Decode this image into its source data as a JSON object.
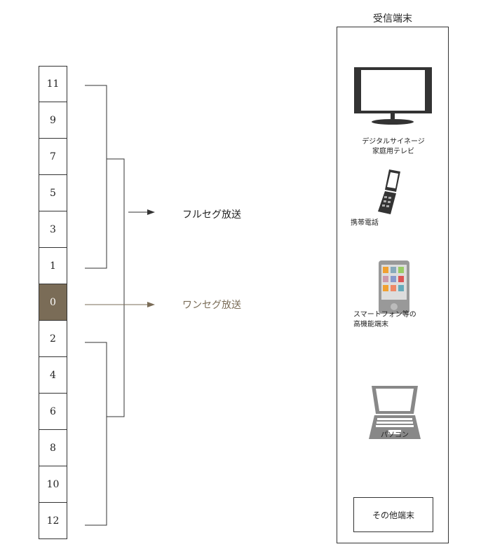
{
  "segments": [
    "11",
    "9",
    "7",
    "5",
    "3",
    "1",
    "0",
    "2",
    "4",
    "6",
    "8",
    "10",
    "12"
  ],
  "oneseg_segment": "0",
  "broadcast": {
    "full": "フルセグ放送",
    "one": "ワンセグ放送"
  },
  "receiver": {
    "title": "受信端末",
    "devices": [
      {
        "icon": "tv-icon",
        "line1": "デジタルサイネージ",
        "line2": "家庭用テレビ"
      },
      {
        "icon": "flip-phone-icon",
        "line1": "携帯電話"
      },
      {
        "icon": "smartphone-icon",
        "line1": "スマートフォン等の",
        "line2": "高機能端末"
      },
      {
        "icon": "laptop-icon",
        "line1": "パソコン"
      }
    ],
    "other": "その他端末"
  },
  "colors": {
    "oneseg": "#7a6c57",
    "line": "#333333"
  }
}
